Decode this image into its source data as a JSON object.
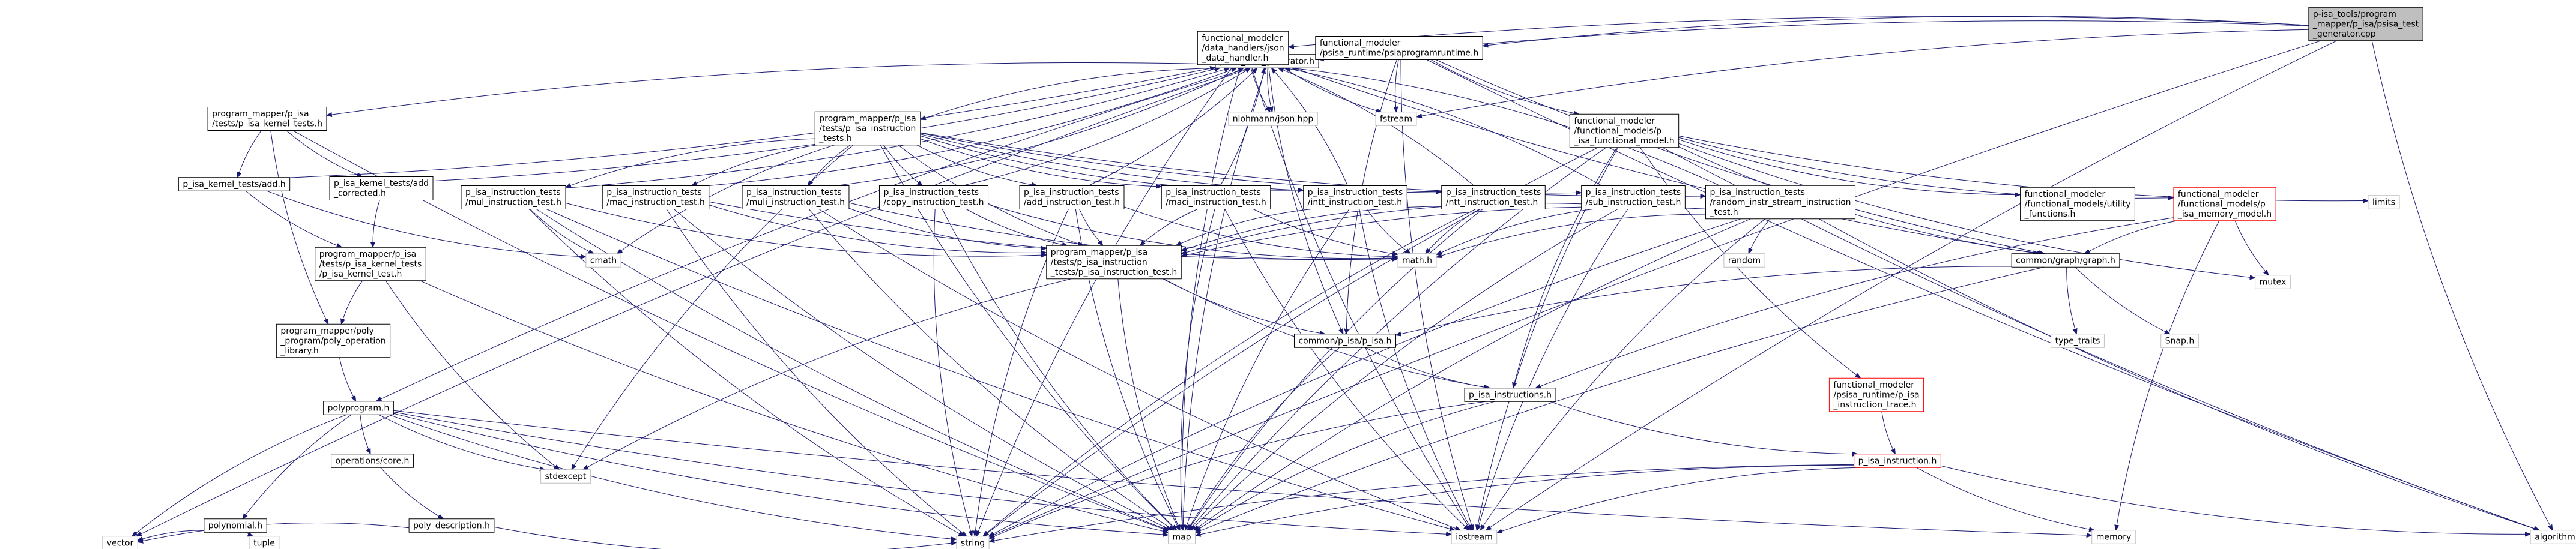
{
  "diagram": {
    "type": "include-dependency-graph",
    "colors": {
      "edge": "#191970",
      "node_border": "#000000",
      "node_border_muted": "#bfbfbf",
      "highlight_border": "#ff0000",
      "root_fill": "#bfbfbf"
    },
    "nodes": [
      {
        "id": "root",
        "lines": [
          "p-isa_tools/program",
          "_mapper/p_isa/psisa_test",
          "_generator.cpp"
        ],
        "style": "root"
      },
      {
        "id": "ptg",
        "lines": [
          "psisa_test_generator.h"
        ],
        "style": "normal"
      },
      {
        "id": "jsonh",
        "lines": [
          "functional_modeler",
          "/data_handlers/json",
          "_data_handler.h"
        ],
        "style": "normal"
      },
      {
        "id": "runtime",
        "lines": [
          "functional_modeler",
          "/psisa_runtime/psiaprogramruntime.h"
        ],
        "style": "normal"
      },
      {
        "id": "kernel_tests",
        "lines": [
          "program_mapper/p_isa",
          "/tests/p_isa_kernel_tests.h"
        ],
        "style": "normal"
      },
      {
        "id": "instr_tests",
        "lines": [
          "program_mapper/p_isa",
          "/tests/p_isa_instruction",
          "_tests.h"
        ],
        "style": "normal"
      },
      {
        "id": "nlohmann",
        "lines": [
          "nlohmann/json.hpp"
        ],
        "style": "muted"
      },
      {
        "id": "fstream",
        "lines": [
          "fstream"
        ],
        "style": "muted"
      },
      {
        "id": "fmodel",
        "lines": [
          "functional_modeler",
          "/functional_models/p",
          "_isa_functional_model.h"
        ],
        "style": "normal"
      },
      {
        "id": "kadd",
        "lines": [
          "p_isa_kernel_tests/add.h"
        ],
        "style": "normal"
      },
      {
        "id": "kaddc",
        "lines": [
          "p_isa_kernel_tests/add",
          "_corrected.h"
        ],
        "style": "normal"
      },
      {
        "id": "mul",
        "lines": [
          "p_isa_instruction_tests",
          "/mul_instruction_test.h"
        ],
        "style": "normal"
      },
      {
        "id": "mac",
        "lines": [
          "p_isa_instruction_tests",
          "/mac_instruction_test.h"
        ],
        "style": "normal"
      },
      {
        "id": "muli",
        "lines": [
          "p_isa_instruction_tests",
          "/muli_instruction_test.h"
        ],
        "style": "normal"
      },
      {
        "id": "copy",
        "lines": [
          "p_isa_instruction_tests",
          "/copy_instruction_test.h"
        ],
        "style": "normal"
      },
      {
        "id": "addi",
        "lines": [
          "p_isa_instruction_tests",
          "/add_instruction_test.h"
        ],
        "style": "normal"
      },
      {
        "id": "maci",
        "lines": [
          "p_isa_instruction_tests",
          "/maci_instruction_test.h"
        ],
        "style": "normal"
      },
      {
        "id": "intt",
        "lines": [
          "p_isa_instruction_tests",
          "/intt_instruction_test.h"
        ],
        "style": "normal"
      },
      {
        "id": "ntt",
        "lines": [
          "p_isa_instruction_tests",
          "/ntt_instruction_test.h"
        ],
        "style": "normal"
      },
      {
        "id": "sub",
        "lines": [
          "p_isa_instruction_tests",
          "/sub_instruction_test.h"
        ],
        "style": "normal"
      },
      {
        "id": "random_stream",
        "lines": [
          "p_isa_instruction_tests",
          "/random_instr_stream_instruction",
          "_test.h"
        ],
        "style": "normal"
      },
      {
        "id": "utility",
        "lines": [
          "functional_modeler",
          "/functional_models/utility",
          "_functions.h"
        ],
        "style": "normal"
      },
      {
        "id": "memmodel",
        "lines": [
          "functional_modeler",
          "/functional_models/p",
          "_isa_memory_model.h"
        ],
        "style": "red"
      },
      {
        "id": "limits",
        "lines": [
          "limits"
        ],
        "style": "muted"
      },
      {
        "id": "cmath",
        "lines": [
          "cmath"
        ],
        "style": "muted"
      },
      {
        "id": "kernel_test",
        "lines": [
          "program_mapper/p_isa",
          "/tests/p_isa_kernel_tests",
          "/p_isa_kernel_test.h"
        ],
        "style": "normal"
      },
      {
        "id": "pinstrtest",
        "lines": [
          "program_mapper/p_isa",
          "/tests/p_isa_instruction",
          "_tests/p_isa_instruction_test.h"
        ],
        "style": "normal"
      },
      {
        "id": "mathh",
        "lines": [
          "math.h"
        ],
        "style": "muted"
      },
      {
        "id": "random",
        "lines": [
          "random"
        ],
        "style": "muted"
      },
      {
        "id": "graph",
        "lines": [
          "common/graph/graph.h"
        ],
        "style": "normal"
      },
      {
        "id": "polyop",
        "lines": [
          "program_mapper/poly",
          "_program/poly_operation",
          "_library.h"
        ],
        "style": "normal"
      },
      {
        "id": "pisa",
        "lines": [
          "common/p_isa/p_isa.h"
        ],
        "style": "normal"
      },
      {
        "id": "typetraits",
        "lines": [
          "type_traits"
        ],
        "style": "muted"
      },
      {
        "id": "snap",
        "lines": [
          "Snap.h"
        ],
        "style": "muted"
      },
      {
        "id": "mutex",
        "lines": [
          "mutex"
        ],
        "style": "muted"
      },
      {
        "id": "trace",
        "lines": [
          "functional_modeler",
          "/psisa_runtime/p_isa",
          "_instruction_trace.h"
        ],
        "style": "red"
      },
      {
        "id": "polyprogram",
        "lines": [
          "polyprogram.h"
        ],
        "style": "normal"
      },
      {
        "id": "pinstructions",
        "lines": [
          "p_isa_instructions.h"
        ],
        "style": "normal"
      },
      {
        "id": "pinstruction",
        "lines": [
          "p_isa_instruction.h"
        ],
        "style": "red"
      },
      {
        "id": "opcore",
        "lines": [
          "operations/core.h"
        ],
        "style": "normal"
      },
      {
        "id": "stdexcept",
        "lines": [
          "stdexcept"
        ],
        "style": "muted"
      },
      {
        "id": "polynomial",
        "lines": [
          "polynomial.h"
        ],
        "style": "normal"
      },
      {
        "id": "polydesc",
        "lines": [
          "poly_description.h"
        ],
        "style": "normal"
      },
      {
        "id": "map",
        "lines": [
          "map"
        ],
        "style": "muted"
      },
      {
        "id": "iostream",
        "lines": [
          "iostream"
        ],
        "style": "muted"
      },
      {
        "id": "memory",
        "lines": [
          "memory"
        ],
        "style": "muted"
      },
      {
        "id": "algorithm",
        "lines": [
          "algorithm"
        ],
        "style": "muted"
      },
      {
        "id": "vector",
        "lines": [
          "vector"
        ],
        "style": "muted"
      },
      {
        "id": "tuple",
        "lines": [
          "tuple"
        ],
        "style": "muted"
      },
      {
        "id": "string",
        "lines": [
          "string"
        ],
        "style": "muted"
      }
    ],
    "edges": [
      [
        "root",
        "ptg"
      ],
      [
        "root",
        "jsonh"
      ],
      [
        "root",
        "runtime"
      ],
      [
        "root",
        "fstream"
      ],
      [
        "root",
        "iostream"
      ],
      [
        "root",
        "string"
      ],
      [
        "root",
        "algorithm"
      ],
      [
        "ptg",
        "kernel_tests"
      ],
      [
        "ptg",
        "instr_tests"
      ],
      [
        "ptg",
        "nlohmann"
      ],
      [
        "ptg",
        "polyprogram"
      ],
      [
        "ptg",
        "pisa"
      ],
      [
        "ptg",
        "graph"
      ],
      [
        "ptg",
        "vector"
      ],
      [
        "ptg",
        "map"
      ],
      [
        "jsonh",
        "nlohmann"
      ],
      [
        "jsonh",
        "fstream"
      ],
      [
        "jsonh",
        "iostream"
      ],
      [
        "jsonh",
        "map"
      ],
      [
        "jsonh",
        "string"
      ],
      [
        "jsonh",
        "ptg"
      ],
      [
        "runtime",
        "fmodel"
      ],
      [
        "runtime",
        "fstream"
      ],
      [
        "runtime",
        "iostream"
      ],
      [
        "runtime",
        "pisa"
      ],
      [
        "runtime",
        "algorithm"
      ],
      [
        "runtime",
        "graph"
      ],
      [
        "kernel_tests",
        "kadd"
      ],
      [
        "kernel_tests",
        "kaddc"
      ],
      [
        "kernel_tests",
        "polyop"
      ],
      [
        "kernel_tests",
        "map"
      ],
      [
        "instr_tests",
        "mul"
      ],
      [
        "instr_tests",
        "mac"
      ],
      [
        "instr_tests",
        "muli"
      ],
      [
        "instr_tests",
        "copy"
      ],
      [
        "instr_tests",
        "addi"
      ],
      [
        "instr_tests",
        "maci"
      ],
      [
        "instr_tests",
        "intt"
      ],
      [
        "instr_tests",
        "ntt"
      ],
      [
        "instr_tests",
        "sub"
      ],
      [
        "instr_tests",
        "random_stream"
      ],
      [
        "instr_tests",
        "pinstrtest"
      ],
      [
        "instr_tests",
        "cmath"
      ],
      [
        "instr_tests",
        "map"
      ],
      [
        "instr_tests",
        "stdexcept"
      ],
      [
        "fmodel",
        "utility"
      ],
      [
        "fmodel",
        "memmodel"
      ],
      [
        "fmodel",
        "limits"
      ],
      [
        "fmodel",
        "trace"
      ],
      [
        "fmodel",
        "pinstructions"
      ],
      [
        "fmodel",
        "graph"
      ],
      [
        "fmodel",
        "mutex"
      ],
      [
        "fmodel",
        "iostream"
      ],
      [
        "fmodel",
        "map"
      ],
      [
        "fmodel",
        "algorithm"
      ],
      [
        "fmodel",
        "string"
      ],
      [
        "kadd",
        "kernel_test"
      ],
      [
        "kadd",
        "cmath"
      ],
      [
        "kadd",
        "ptg"
      ],
      [
        "kaddc",
        "kernel_test"
      ],
      [
        "kaddc",
        "ptg"
      ],
      [
        "mul",
        "pinstrtest"
      ],
      [
        "mul",
        "cmath"
      ],
      [
        "mul",
        "iostream"
      ],
      [
        "mul",
        "string"
      ],
      [
        "mul",
        "map"
      ],
      [
        "mul",
        "ptg"
      ],
      [
        "mac",
        "pinstrtest"
      ],
      [
        "mac",
        "mathh"
      ],
      [
        "mac",
        "map"
      ],
      [
        "mac",
        "string"
      ],
      [
        "mac",
        "ptg"
      ],
      [
        "muli",
        "pinstrtest"
      ],
      [
        "muli",
        "mathh"
      ],
      [
        "muli",
        "map"
      ],
      [
        "muli",
        "iostream"
      ],
      [
        "muli",
        "ptg"
      ],
      [
        "copy",
        "pinstrtest"
      ],
      [
        "copy",
        "mathh"
      ],
      [
        "copy",
        "map"
      ],
      [
        "copy",
        "string"
      ],
      [
        "copy",
        "ptg"
      ],
      [
        "addi",
        "pinstrtest"
      ],
      [
        "addi",
        "mathh"
      ],
      [
        "addi",
        "map"
      ],
      [
        "addi",
        "string"
      ],
      [
        "addi",
        "ptg"
      ],
      [
        "maci",
        "pinstrtest"
      ],
      [
        "maci",
        "mathh"
      ],
      [
        "maci",
        "map"
      ],
      [
        "maci",
        "iostream"
      ],
      [
        "maci",
        "ptg"
      ],
      [
        "intt",
        "pinstrtest"
      ],
      [
        "intt",
        "mathh"
      ],
      [
        "intt",
        "map"
      ],
      [
        "intt",
        "iostream"
      ],
      [
        "intt",
        "ptg"
      ],
      [
        "ntt",
        "pinstrtest"
      ],
      [
        "ntt",
        "mathh"
      ],
      [
        "ntt",
        "map"
      ],
      [
        "ntt",
        "string"
      ],
      [
        "ntt",
        "ptg"
      ],
      [
        "sub",
        "pinstrtest"
      ],
      [
        "sub",
        "mathh"
      ],
      [
        "sub",
        "map"
      ],
      [
        "sub",
        "iostream"
      ],
      [
        "sub",
        "ptg"
      ],
      [
        "random_stream",
        "pinstrtest"
      ],
      [
        "random_stream",
        "mathh"
      ],
      [
        "random_stream",
        "random"
      ],
      [
        "random_stream",
        "map"
      ],
      [
        "random_stream",
        "iostream"
      ],
      [
        "random_stream",
        "string"
      ],
      [
        "random_stream",
        "algorithm"
      ],
      [
        "random_stream",
        "ptg"
      ],
      [
        "memmodel",
        "graph"
      ],
      [
        "memmodel",
        "pinstructions"
      ],
      [
        "memmodel",
        "mutex"
      ],
      [
        "memmodel",
        "memory"
      ],
      [
        "kernel_test",
        "polyop"
      ],
      [
        "kernel_test",
        "stdexcept"
      ],
      [
        "kernel_test",
        "map"
      ],
      [
        "pinstrtest",
        "pisa"
      ],
      [
        "pinstrtest",
        "stdexcept"
      ],
      [
        "pinstrtest",
        "map"
      ],
      [
        "pinstrtest",
        "pinstructions"
      ],
      [
        "graph",
        "typetraits"
      ],
      [
        "graph",
        "snap"
      ],
      [
        "graph",
        "pisa"
      ],
      [
        "graph",
        "map"
      ],
      [
        "polyop",
        "polyprogram"
      ],
      [
        "pisa",
        "pinstructions"
      ],
      [
        "pisa",
        "map"
      ],
      [
        "trace",
        "pinstruction"
      ],
      [
        "polyprogram",
        "opcore"
      ],
      [
        "polyprogram",
        "polynomial"
      ],
      [
        "polyprogram",
        "stdexcept"
      ],
      [
        "polyprogram",
        "map"
      ],
      [
        "polyprogram",
        "vector"
      ],
      [
        "polyprogram",
        "string"
      ],
      [
        "polyprogram",
        "iostream"
      ],
      [
        "polyprogram",
        "memory"
      ],
      [
        "pinstructions",
        "pinstruction"
      ],
      [
        "pinstructions",
        "string"
      ],
      [
        "pinstructions",
        "map"
      ],
      [
        "pinstruction",
        "map"
      ],
      [
        "pinstruction",
        "iostream"
      ],
      [
        "pinstruction",
        "memory"
      ],
      [
        "pinstruction",
        "algorithm"
      ],
      [
        "pinstruction",
        "string"
      ],
      [
        "opcore",
        "polydesc"
      ],
      [
        "polynomial",
        "vector"
      ],
      [
        "polynomial",
        "tuple"
      ],
      [
        "polydesc",
        "vector"
      ],
      [
        "polydesc",
        "string"
      ]
    ]
  }
}
